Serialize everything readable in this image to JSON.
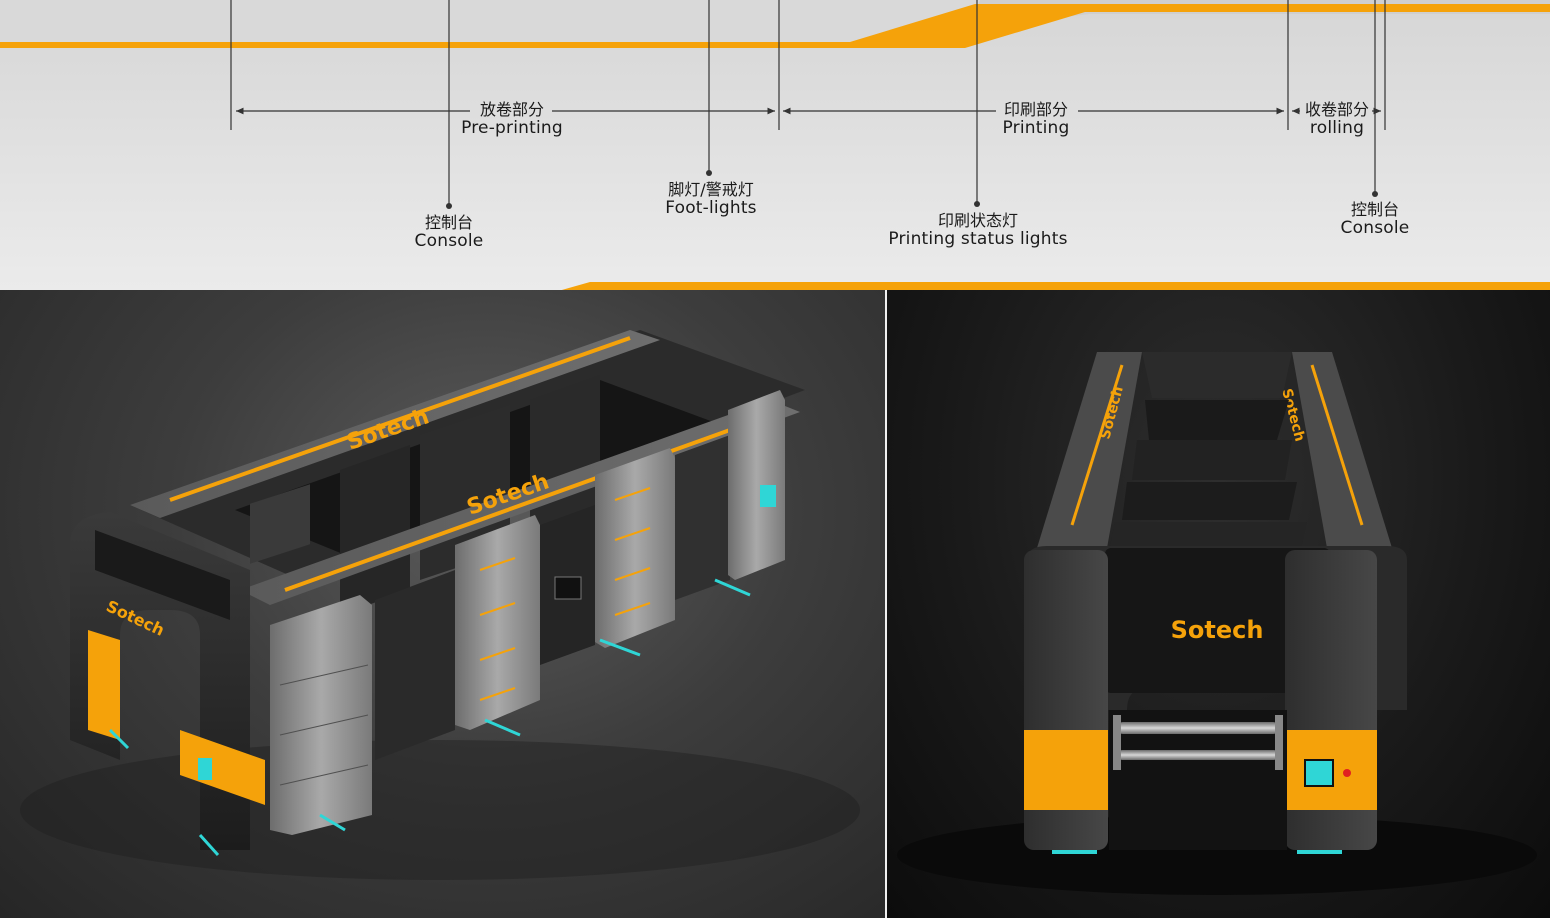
{
  "colors": {
    "accent": "#f5a20a",
    "teal": "#2fd6d6",
    "cabinet": "#3a3a3a",
    "steel": "#9a9a9a"
  },
  "brand": "Sotech",
  "sections": [
    {
      "zh": "放卷部分",
      "en": "Pre-printing"
    },
    {
      "zh": "印刷部分",
      "en": "Printing"
    },
    {
      "zh": "收卷部分",
      "en": "rolling"
    }
  ],
  "callouts": [
    {
      "zh": "控制台",
      "en": "Console"
    },
    {
      "zh": "脚灯/警戒灯",
      "en": "Foot-lights"
    },
    {
      "zh": "印刷状态灯",
      "en": "Printing status lights"
    },
    {
      "zh": "控制台",
      "en": "Console"
    }
  ]
}
